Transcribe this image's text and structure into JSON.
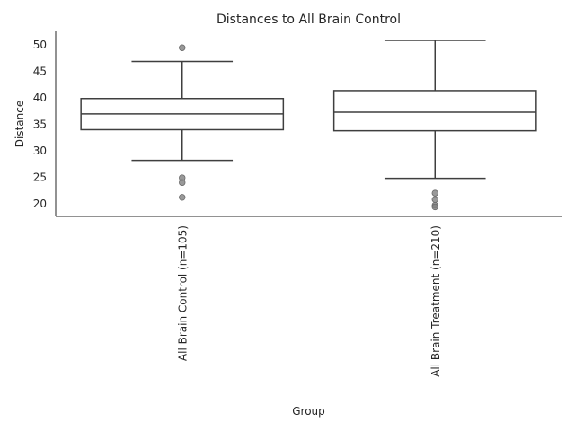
{
  "chart_data": {
    "type": "box",
    "title": "Distances to All Brain Control",
    "xlabel": "Group",
    "ylabel": "Distance",
    "ylim": [
      17.5,
      52.5
    ],
    "yticks": [
      20,
      25,
      30,
      35,
      40,
      45,
      50
    ],
    "grid": false,
    "groups": [
      {
        "label": "All Brain Control (n=105)",
        "whisker_low": 28.1,
        "q1": 33.9,
        "median": 36.9,
        "q3": 39.8,
        "whisker_high": 46.8,
        "outliers": [
          49.4,
          24.8,
          23.9,
          21.1
        ]
      },
      {
        "label": "All Brain Treatment (n=210)",
        "whisker_low": 24.7,
        "q1": 33.7,
        "median": 37.2,
        "q3": 41.3,
        "whisker_high": 50.8,
        "outliers": [
          21.9,
          20.7,
          19.6,
          19.3
        ]
      }
    ],
    "colors": {
      "box_edge": "#3f3f3f",
      "box_fill": "#ffffff",
      "outlier_fill": "#808080",
      "outlier_edge": "#6b6b6b",
      "axis": "#262626"
    }
  }
}
